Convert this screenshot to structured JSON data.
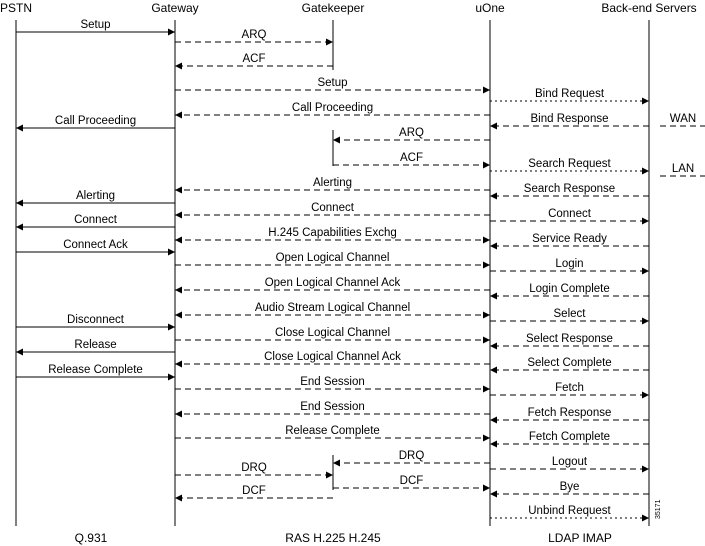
{
  "headers": [
    "PSTN",
    "Gateway",
    "Gatekeeper",
    "uOne",
    "Back-end Servers"
  ],
  "footers": [
    "Q.931",
    "RAS H.225 H.245",
    "LDAP IMAP"
  ],
  "side_labels": [
    "WAN",
    "LAN"
  ],
  "figure_number": "35171",
  "messages": [
    {
      "label": "Setup",
      "from": "PSTN",
      "to": "Gateway",
      "style": "solid"
    },
    {
      "label": "ARQ",
      "from": "Gateway",
      "to": "Gatekeeper",
      "style": "dashed"
    },
    {
      "label": "ACF",
      "from": "Gatekeeper",
      "to": "Gateway",
      "style": "dashed"
    },
    {
      "label": "Setup",
      "from": "Gateway",
      "to": "uOne",
      "style": "dashed"
    },
    {
      "label": "Bind Request",
      "from": "uOne",
      "to": "Back-end Servers",
      "style": "dotted"
    },
    {
      "label": "Call Proceeding",
      "from": "uOne",
      "to": "Gateway",
      "style": "dashed"
    },
    {
      "label": "Call Proceeding",
      "from": "Gateway",
      "to": "PSTN",
      "style": "solid"
    },
    {
      "label": "Bind Response",
      "from": "Back-end Servers",
      "to": "uOne",
      "style": "dashed"
    },
    {
      "label": "ARQ",
      "from": "uOne",
      "to": "Gatekeeper",
      "style": "dashed"
    },
    {
      "label": "ACF",
      "from": "Gatekeeper",
      "to": "uOne",
      "style": "dashed"
    },
    {
      "label": "Search Request",
      "from": "uOne",
      "to": "Back-end Servers",
      "style": "dotted"
    },
    {
      "label": "Alerting",
      "from": "uOne",
      "to": "Gateway",
      "style": "dashed"
    },
    {
      "label": "Search Response",
      "from": "Back-end Servers",
      "to": "uOne",
      "style": "dashed"
    },
    {
      "label": "Alerting",
      "from": "Gateway",
      "to": "PSTN",
      "style": "solid"
    },
    {
      "label": "Connect",
      "from": "uOne",
      "to": "Gateway",
      "style": "dashed"
    },
    {
      "label": "Connect",
      "from": "uOne",
      "to": "Back-end Servers",
      "style": "dashed"
    },
    {
      "label": "Connect",
      "from": "Gateway",
      "to": "PSTN",
      "style": "solid"
    },
    {
      "label": "H.245 Capabilities Exchg",
      "from": "Gateway",
      "to": "uOne",
      "style": "dashed-both"
    },
    {
      "label": "Service Ready",
      "from": "Back-end Servers",
      "to": "uOne",
      "style": "dashed"
    },
    {
      "label": "Connect Ack",
      "from": "PSTN",
      "to": "Gateway",
      "style": "solid"
    },
    {
      "label": "Open Logical Channel",
      "from": "Gateway",
      "to": "uOne",
      "style": "dashed"
    },
    {
      "label": "Login",
      "from": "uOne",
      "to": "Back-end Servers",
      "style": "dashed"
    },
    {
      "label": "Open Logical Channel Ack",
      "from": "uOne",
      "to": "Gateway",
      "style": "dashed"
    },
    {
      "label": "Login Complete",
      "from": "Back-end Servers",
      "to": "uOne",
      "style": "dashed"
    },
    {
      "label": "Audio Stream Logical Channel",
      "from": "Gateway",
      "to": "uOne",
      "style": "dashed-both"
    },
    {
      "label": "Select",
      "from": "uOne",
      "to": "Back-end Servers",
      "style": "dashed"
    },
    {
      "label": "Disconnect",
      "from": "PSTN",
      "to": "Gateway",
      "style": "solid"
    },
    {
      "label": "Close Logical Channel",
      "from": "Gateway",
      "to": "uOne",
      "style": "dashed"
    },
    {
      "label": "Select Response",
      "from": "Back-end Servers",
      "to": "uOne",
      "style": "dashed"
    },
    {
      "label": "Release",
      "from": "Gateway",
      "to": "PSTN",
      "style": "solid"
    },
    {
      "label": "Close Logical Channel Ack",
      "from": "uOne",
      "to": "Gateway",
      "style": "dashed"
    },
    {
      "label": "Select Complete",
      "from": "Back-end Servers",
      "to": "uOne",
      "style": "dashed"
    },
    {
      "label": "Release Complete",
      "from": "PSTN",
      "to": "Gateway",
      "style": "solid"
    },
    {
      "label": "End Session",
      "from": "Gateway",
      "to": "uOne",
      "style": "dashed"
    },
    {
      "label": "Fetch",
      "from": "uOne",
      "to": "Back-end Servers",
      "style": "dashed"
    },
    {
      "label": "End Session",
      "from": "uOne",
      "to": "Gateway",
      "style": "dashed"
    },
    {
      "label": "Fetch Response",
      "from": "Back-end Servers",
      "to": "uOne",
      "style": "dashed"
    },
    {
      "label": "Release Complete",
      "from": "Gateway",
      "to": "uOne",
      "style": "dashed"
    },
    {
      "label": "Fetch Complete",
      "from": "Back-end Servers",
      "to": "uOne",
      "style": "dashed"
    },
    {
      "label": "DRQ",
      "from": "uOne",
      "to": "Gatekeeper",
      "style": "dashed"
    },
    {
      "label": "Logout",
      "from": "uOne",
      "to": "Back-end Servers",
      "style": "dashed"
    },
    {
      "label": "DRQ",
      "from": "Gateway",
      "to": "Gatekeeper",
      "style": "dashed"
    },
    {
      "label": "DCF",
      "from": "Gatekeeper",
      "to": "uOne",
      "style": "dashed"
    },
    {
      "label": "Bye",
      "from": "Back-end Servers",
      "to": "uOne",
      "style": "dashed"
    },
    {
      "label": "DCF",
      "from": "Gatekeeper",
      "to": "Gateway",
      "style": "dashed"
    },
    {
      "label": "Unbind Request",
      "from": "uOne",
      "to": "Back-end Servers",
      "style": "dotted"
    }
  ]
}
